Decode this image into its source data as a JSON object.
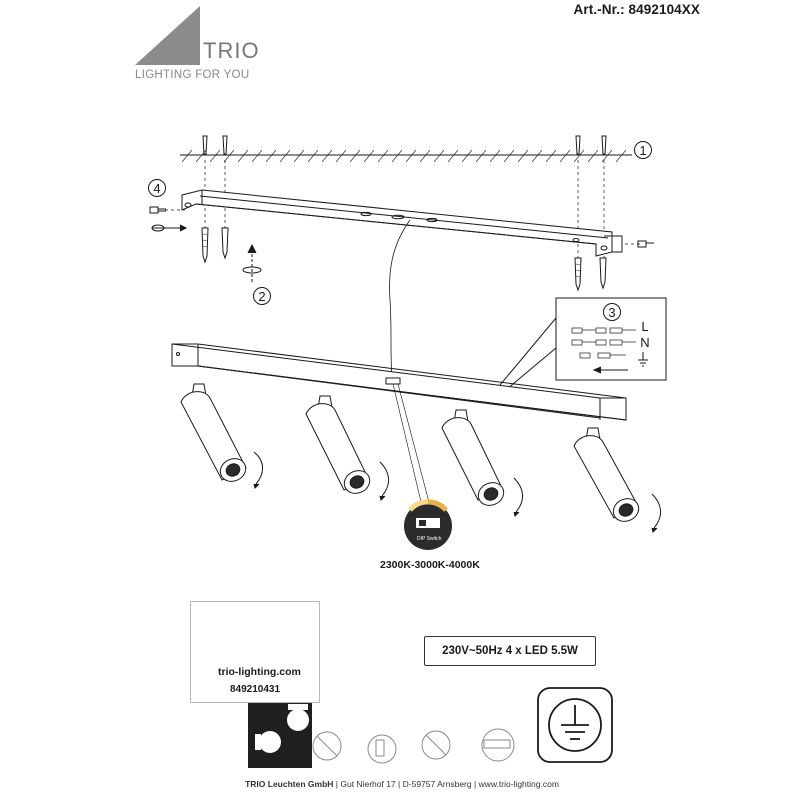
{
  "header": {
    "art_nr": "Art.-Nr.: 8492104XX"
  },
  "logo": {
    "name": "TRIO",
    "tagline": "LIGHTING FOR YOU"
  },
  "steps": {
    "s1": "1",
    "s2": "2",
    "s3": "3",
    "s4": "4"
  },
  "wiring": {
    "l": "L",
    "n": "N"
  },
  "dip": {
    "label": "DIP Switch",
    "color_temps": "2300K-3000K-4000K"
  },
  "support": {
    "website": "trio-lighting.com",
    "code": "849210431"
  },
  "spec": {
    "text": "230V~50Hz  4 x LED 5.5W"
  },
  "footer": {
    "company": "TRIO Leuchten GmbH",
    "address": "Gut Nierhof 17",
    "city": "D-59757 Arnsberg",
    "web": "www.trio-lighting.com",
    "sep": "|"
  },
  "colors": {
    "line": "#1a1a1a",
    "dip_dial": "#2b2b2b",
    "dip_arc_light": "#f6d98a",
    "dip_arc_warm": "#e7b24c"
  }
}
